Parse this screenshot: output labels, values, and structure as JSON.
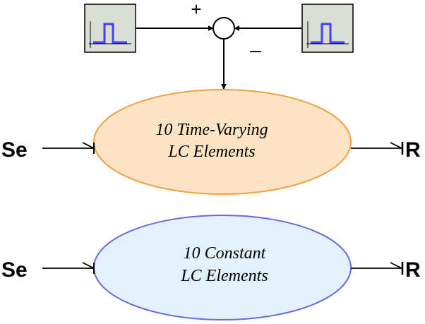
{
  "summing_junction": {
    "plus_sign": "+",
    "minus_sign": "–"
  },
  "pulse_sources": [
    {
      "icon": "pulse-generator-icon"
    },
    {
      "icon": "pulse-generator-icon"
    }
  ],
  "time_varying_block": {
    "line1": "10 Time-Varying",
    "line2": "LC Elements",
    "fill_color": "#FCE4C4",
    "border_color": "#F0A040",
    "source_label": "Se",
    "sink_label": "R"
  },
  "constant_block": {
    "line1": "10 Constant",
    "line2": "LC Elements",
    "fill_color": "#E3F1FB",
    "border_color": "#6A6AE0",
    "source_label": "Se",
    "sink_label": "R"
  },
  "colors": {
    "pulse_trace": "#4040FF",
    "block_frame": "#D9DDD4",
    "line": "#000000"
  }
}
